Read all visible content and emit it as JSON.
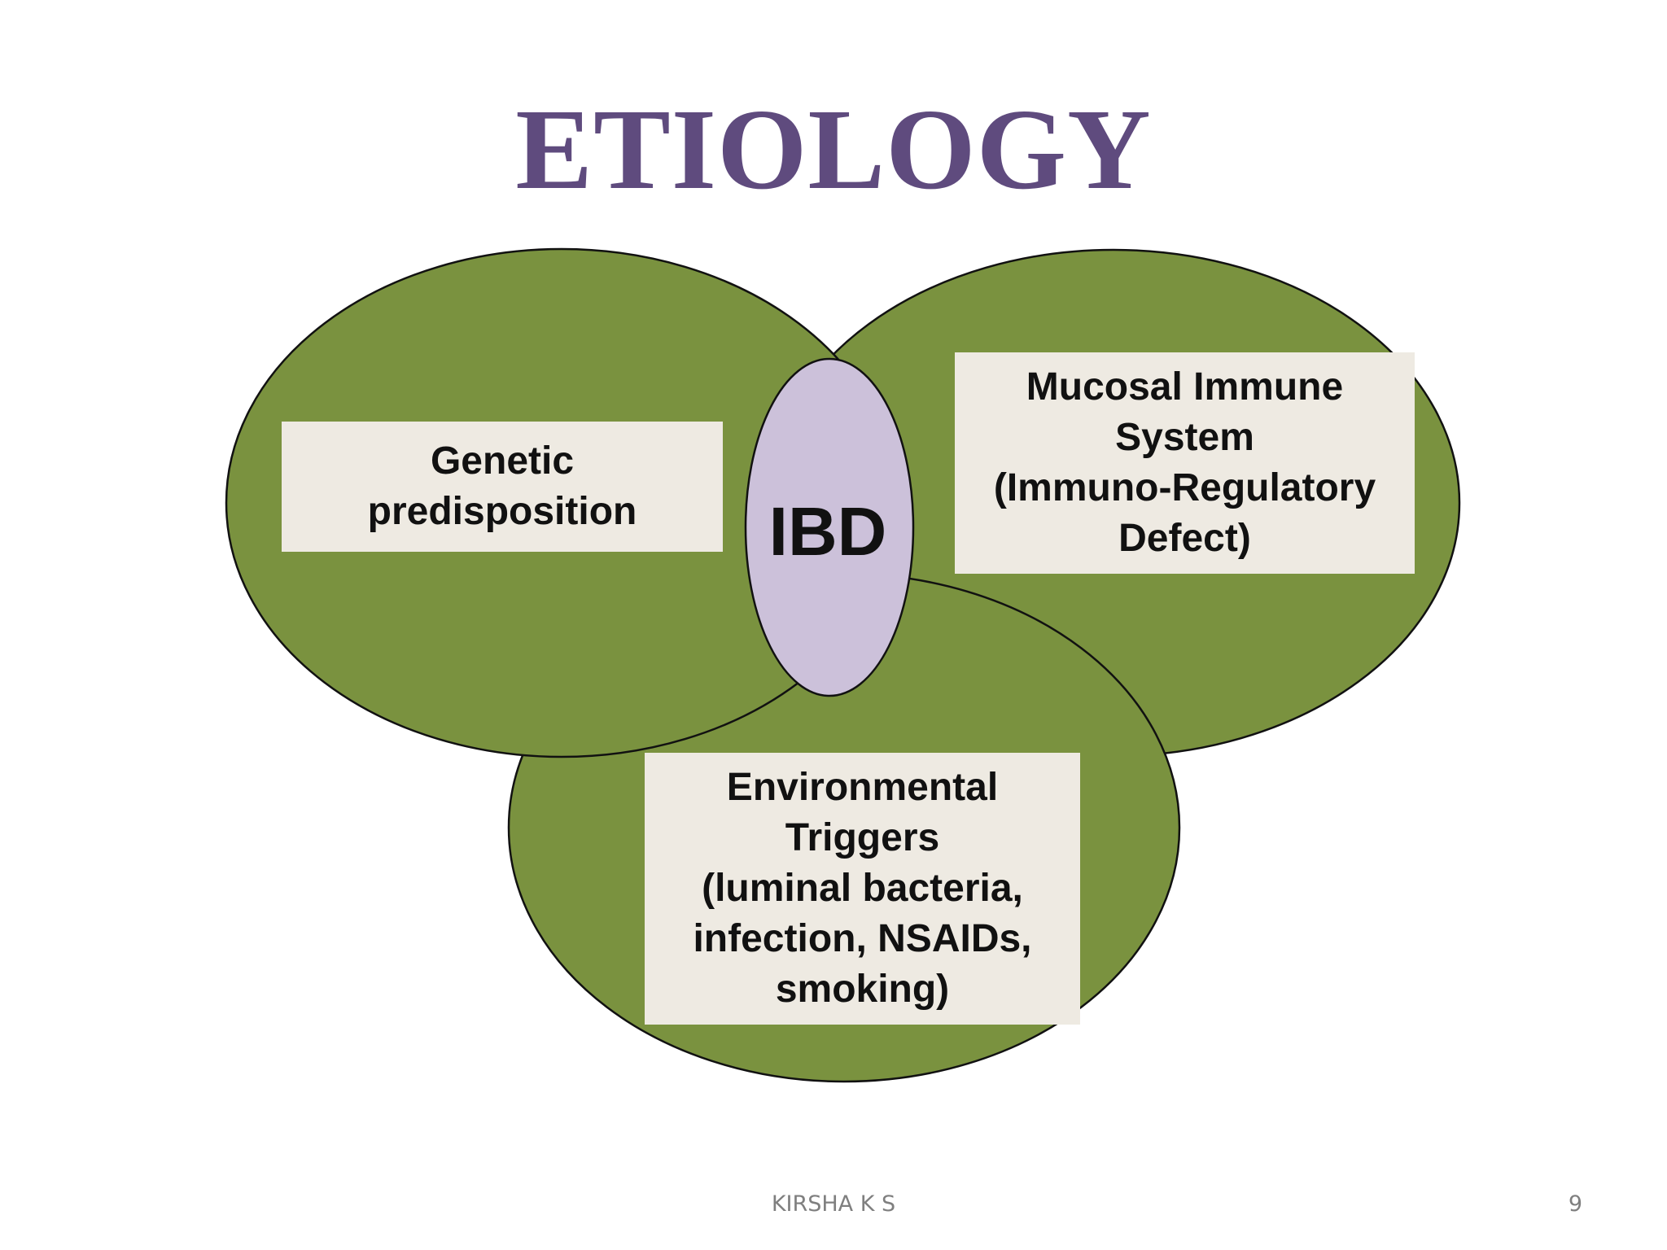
{
  "title": "ETIOLOGY",
  "colors": {
    "title": "#5f4b7e",
    "circle_fill": "#7a923f",
    "center_fill": "#ccc1da",
    "label_bg": "#eeeae2",
    "outline": "#111111"
  },
  "circles": {
    "genetic": {
      "lines": [
        "Genetic",
        "predisposition"
      ]
    },
    "mucosal": {
      "lines": [
        "Mucosal Immune",
        "System",
        "(Immuno-Regulatory",
        "Defect)"
      ]
    },
    "environmental": {
      "lines": [
        "Environmental",
        "Triggers",
        "(luminal bacteria,",
        "infection, NSAIDs,",
        "smoking)"
      ]
    }
  },
  "center_label": "IBD",
  "footer": {
    "author": "KIRSHA K S",
    "page_number": "9"
  }
}
